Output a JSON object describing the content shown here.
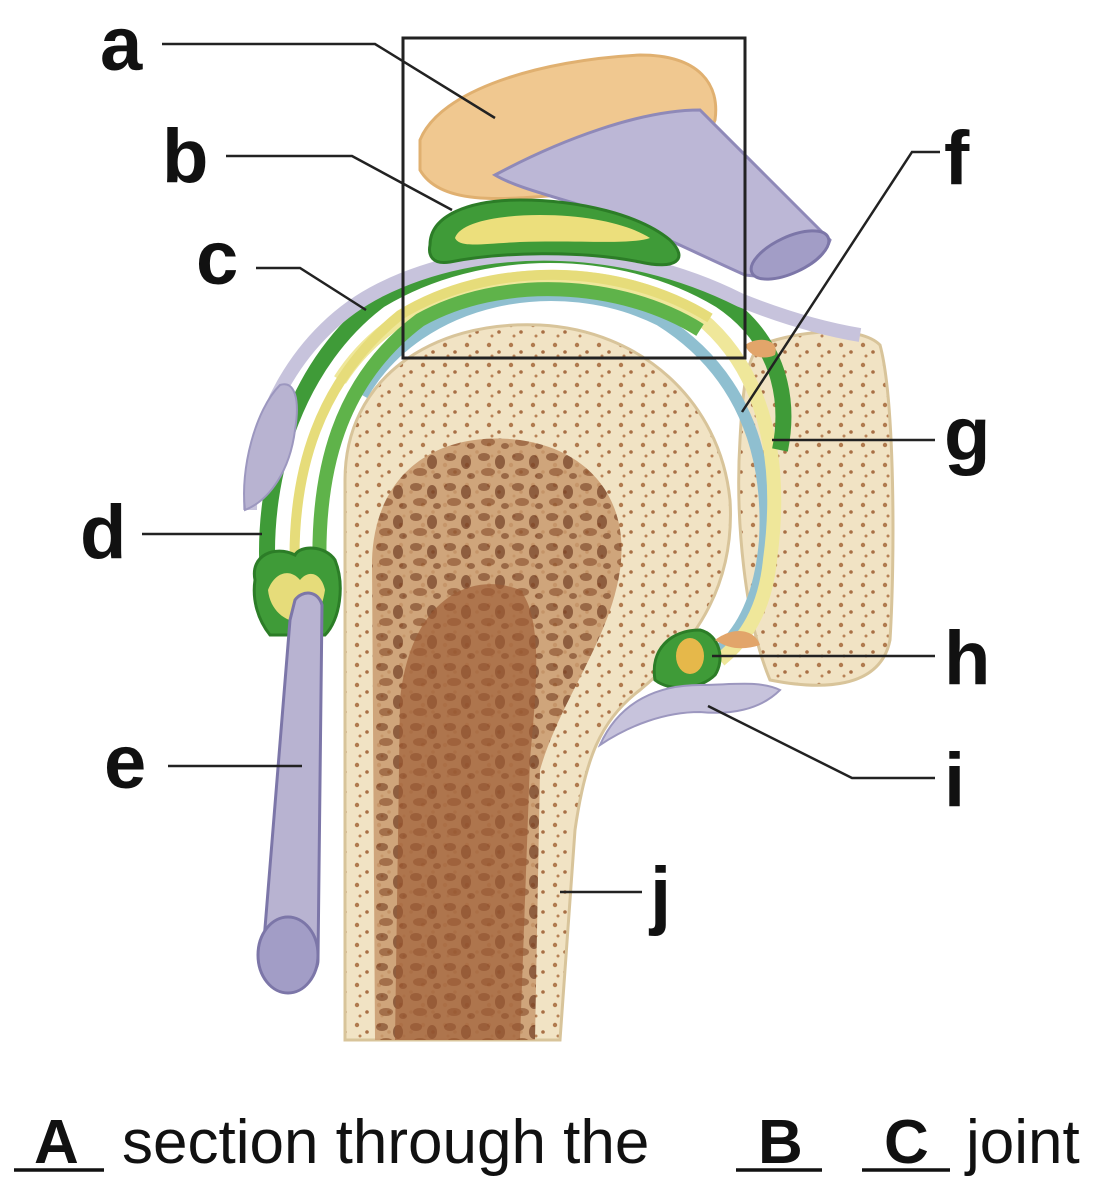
{
  "labels": {
    "a": "a",
    "b": "b",
    "c": "c",
    "d": "d",
    "e": "e",
    "f": "f",
    "g": "g",
    "h": "h",
    "i": "i",
    "j": "j"
  },
  "caption": {
    "blank_a": "A",
    "text_1": "section through the",
    "blank_b": "B",
    "blank_c": "C",
    "text_2": "joint"
  },
  "colors": {
    "bone_outer": "#f1e3c4",
    "bone_spongy": "#a0643a",
    "bursa_green": "#3f9b38",
    "synovial_yellow": "#e6dc7a",
    "ligament_lavender": "#b8b3d1",
    "cartilage_blue": "#8fbfd0",
    "acromion_tan": "#f0c890"
  }
}
